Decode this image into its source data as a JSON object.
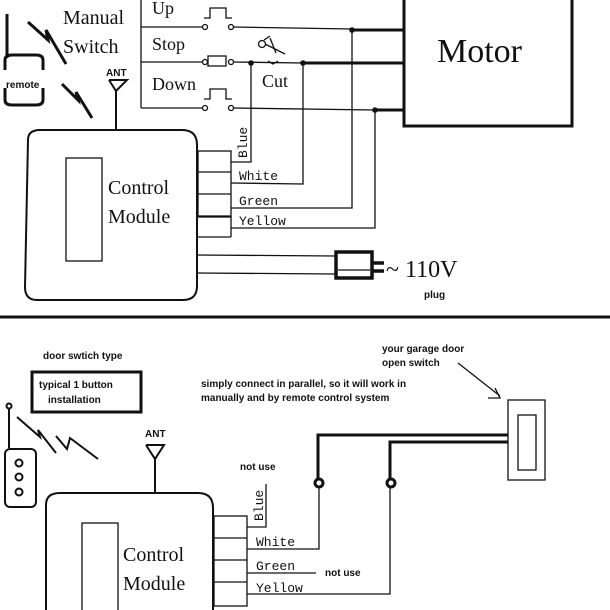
{
  "top_diagram": {
    "manual_switch_label_line1": "Manual",
    "manual_switch_label_line2": "Switch",
    "remote_label": "remote",
    "antenna_label": "ANT",
    "switch_up": "Up",
    "switch_stop": "Stop",
    "switch_down": "Down",
    "cut_label": "Cut",
    "motor_label": "Motor",
    "control_module_line1": "Control",
    "control_module_line2": "Module",
    "wire_blue": "Blue",
    "wire_white": "White",
    "wire_green": "Green",
    "wire_yellow": "Yellow",
    "power_label": "~ 110V",
    "plug_label": "plug"
  },
  "bottom_diagram": {
    "door_switch_type": "door swtich type",
    "box_line1": "typical 1 button",
    "box_line2": "installation",
    "instruction_line1": "simply connect in parallel, so it will work in",
    "instruction_line2": "manually and by remote control system",
    "garage_switch_line1": "your garage door",
    "garage_switch_line2": "open switch",
    "antenna_label": "ANT",
    "not_use_blue": "not use",
    "not_use_green": "not use",
    "control_module_line1": "Control",
    "control_module_line2": "Module",
    "wire_blue": "Blue",
    "wire_white": "White",
    "wire_green": "Green",
    "wire_yellow": "Yellow"
  }
}
